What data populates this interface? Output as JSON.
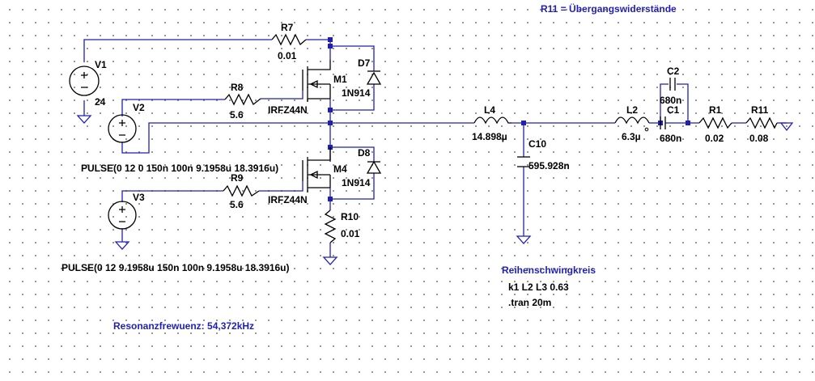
{
  "sources": {
    "v1": {
      "ref": "V1",
      "value": "24"
    },
    "v2": {
      "ref": "V2",
      "value": "PULSE(0 12 0 150n 100n 9.1958u 18.3916u)"
    },
    "v3": {
      "ref": "V3",
      "value": "PULSE(0 12 9.1958u 150n 100n 9.1958u 18.3916u)"
    }
  },
  "resistors": {
    "r7": {
      "ref": "R7",
      "value": "0.01"
    },
    "r8": {
      "ref": "R8",
      "value": "5.6"
    },
    "r9": {
      "ref": "R9",
      "value": "5.6"
    },
    "r10": {
      "ref": "R10",
      "value": "0.01"
    },
    "r1": {
      "ref": "R1",
      "value": "0.02"
    },
    "r11": {
      "ref": "R11",
      "value": "0.08"
    }
  },
  "mosfets": {
    "m1": {
      "ref": "M1",
      "model": "IRFZ44N"
    },
    "m4": {
      "ref": "M4",
      "model": "IRFZ44N"
    }
  },
  "diodes": {
    "d7": {
      "ref": "D7",
      "model": "1N914"
    },
    "d8": {
      "ref": "D8",
      "model": "1N914"
    }
  },
  "inductors": {
    "l4": {
      "ref": "L4",
      "value": "14.898µ"
    },
    "l2": {
      "ref": "L2",
      "value": "6.3µ"
    }
  },
  "capacitors": {
    "c10": {
      "ref": "C10",
      "value": "595.928n"
    },
    "c2": {
      "ref": "C2",
      "value": "680n"
    },
    "c1": {
      "ref": "C1",
      "value": "680n"
    }
  },
  "annotations": {
    "r11_note": "R11 = Übergangswiderstände",
    "series_title": "Reihenschwingkreis",
    "resonance": "Resonanzfrewuenz: 54,372kHz"
  },
  "directives": {
    "coupling": "k1 L2 L3 0.63",
    "tran": ".tran 20m"
  },
  "colors": {
    "wire": "#1f1fb8",
    "component": "#000000",
    "comment": "#1f1fb8",
    "grid_dot": "#7a7a7a",
    "background": "#ffffff"
  }
}
